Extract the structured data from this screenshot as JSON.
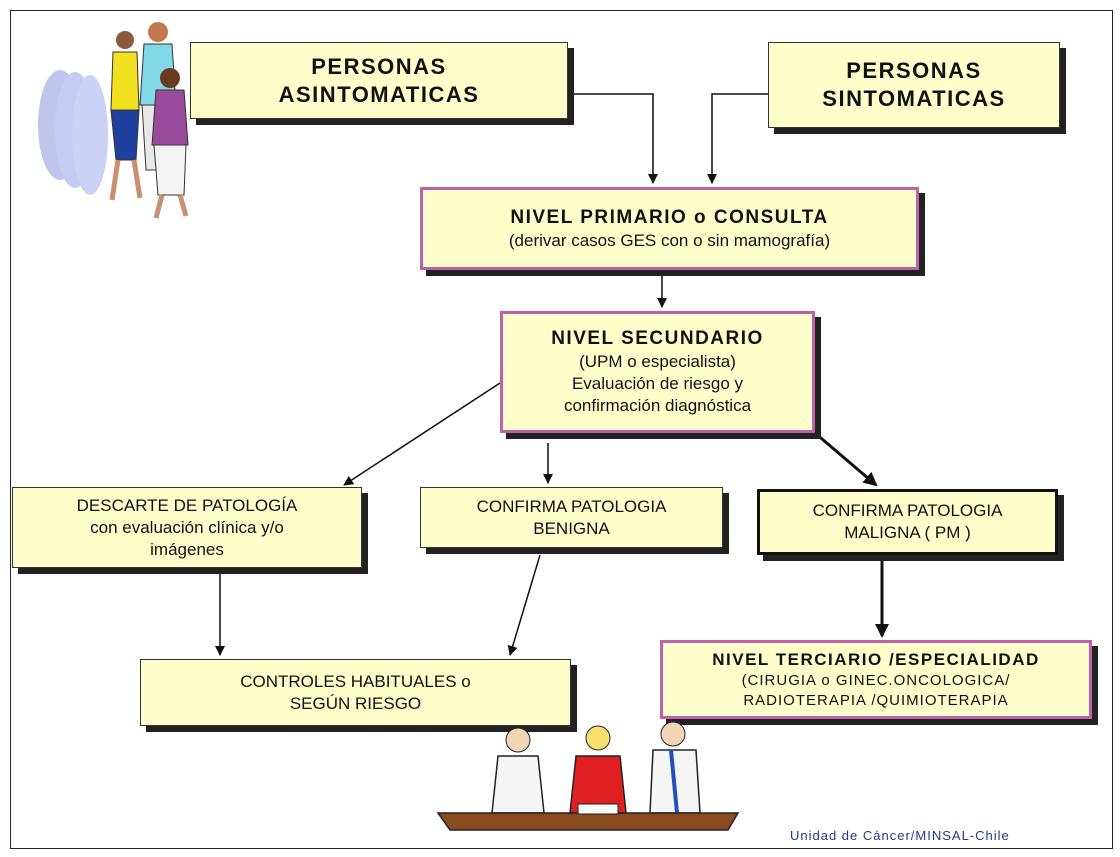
{
  "boxes": {
    "asymptomatic": {
      "line1": "PERSONAS",
      "line2": "ASINTOMATICAS"
    },
    "symptomatic": {
      "line1": "PERSONAS",
      "line2": "SINTOMATICAS"
    },
    "primary": {
      "title": "NIVEL PRIMARIO o CONSULTA",
      "subtitle": "(derivar casos GES con o sin mamografía)"
    },
    "secondary": {
      "title": "NIVEL SECUNDARIO",
      "line1": "(UPM o especialista)",
      "line2": "Evaluación de riesgo y",
      "line3": "confirmación diagnóstica"
    },
    "discard": {
      "line1": "DESCARTE DE PATOLOGÍA",
      "line2": "con evaluación clínica y/o",
      "line3": "imágenes"
    },
    "benign": {
      "line1": "CONFIRMA PATOLOGIA",
      "line2": "BENIGNA"
    },
    "malignant": {
      "line1": "CONFIRMA PATOLOGIA",
      "line2": "MALIGNA ( PM )"
    },
    "controls": {
      "line1": "CONTROLES HABITUALES o",
      "line2": "SEGÚN RIESGO"
    },
    "tertiary": {
      "title": "NIVEL TERCIARIO /ESPECIALIDAD",
      "line1": "(CIRUGIA o GINEC.ONCOLOGICA/",
      "line2": "RADIOTERAPIA /QUIMIOTERAPIA"
    }
  },
  "credit": "Unidad de Cáncer/MINSAL-Chile",
  "colors": {
    "box_fill": "#ffffcc",
    "box_border_pink": "#c060a8",
    "credit_text": "#1f3b8a"
  },
  "illustrations": [
    "walking-people-illustration",
    "medical-meeting-illustration"
  ]
}
